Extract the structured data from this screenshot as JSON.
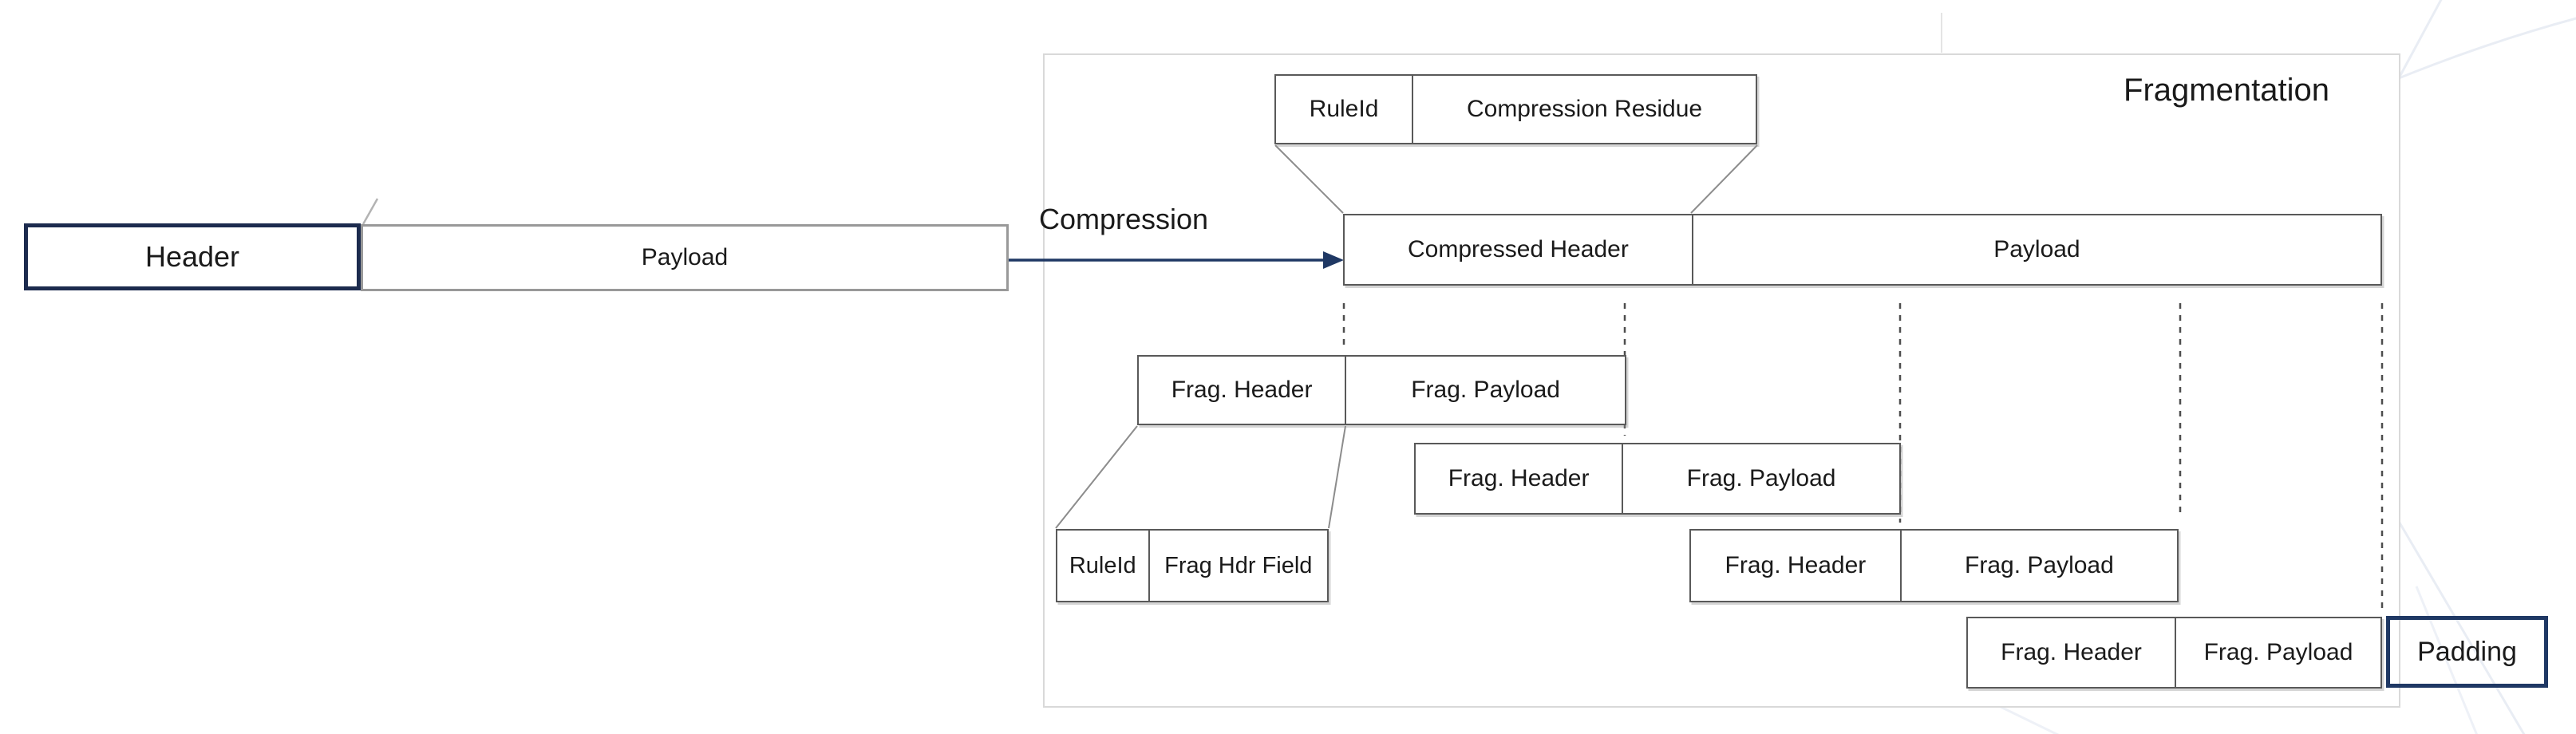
{
  "original_packet": {
    "header": "Header",
    "payload": "Payload"
  },
  "compression_label": "Compression",
  "panel": {
    "title": "Fragmentation",
    "rule_residue_box": {
      "rule_id": "RuleId",
      "residue": "Compression Residue"
    },
    "compressed_packet": {
      "header": "Compressed Header",
      "payload": "Payload"
    },
    "fragments": [
      {
        "header": "Frag. Header",
        "payload": "Frag. Payload"
      },
      {
        "header": "Frag. Header",
        "payload": "Frag. Payload"
      },
      {
        "header": "Frag. Header",
        "payload": "Frag. Payload"
      },
      {
        "header": "Frag. Header",
        "payload": "Frag. Payload"
      }
    ],
    "frag_header_detail": {
      "rule_id": "RuleId",
      "field": "Frag Hdr Field"
    },
    "padding": "Padding"
  },
  "colors": {
    "navy": "#1f3864",
    "navy-dark": "#1c2b4e",
    "box-border": "#595959",
    "gray-border": "#999999",
    "container-border": "#d9d9d9",
    "connector": "#8c8c8c",
    "dashed": "#4d4d4d",
    "decor": "#e9edf4"
  }
}
